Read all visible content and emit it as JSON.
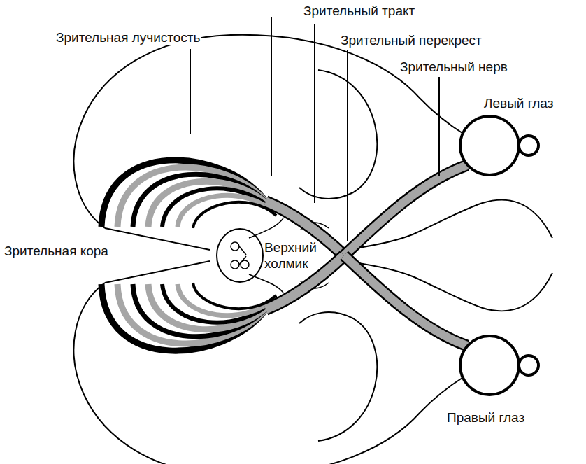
{
  "diagram": {
    "labels": [
      "Зрительная лучистость",
      "Зрительный тракт",
      "Зрительный перекрест",
      "Зрительный нерв",
      "Левый глаз",
      "Верхний холмик",
      "Зрительная кора",
      "Правый глаз"
    ]
  }
}
